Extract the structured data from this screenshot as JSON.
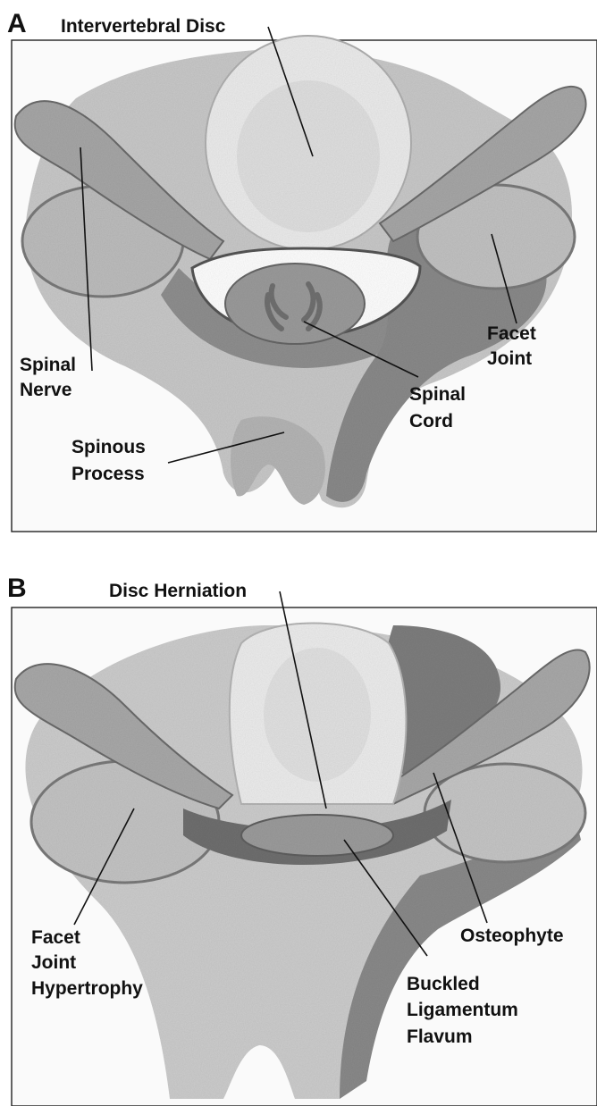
{
  "panels": [
    {
      "letter": "A",
      "labels": {
        "disc": "Intervertebral Disc",
        "spinal_nerve": [
          "Spinal",
          "Nerve"
        ],
        "facet_joint": [
          "Facet",
          "Joint"
        ],
        "spinal_cord": [
          "Spinal",
          "Cord"
        ],
        "spinous_process": [
          "Spinous",
          "Process"
        ]
      }
    },
    {
      "letter": "B",
      "labels": {
        "disc_herniation": "Disc Herniation",
        "facet_hypertrophy": [
          "Facet",
          "Joint",
          "Hypertrophy"
        ],
        "osteophyte": "Osteophyte",
        "ligamentum": [
          "Buckled",
          "Ligamentum",
          "Flavum"
        ]
      }
    }
  ]
}
